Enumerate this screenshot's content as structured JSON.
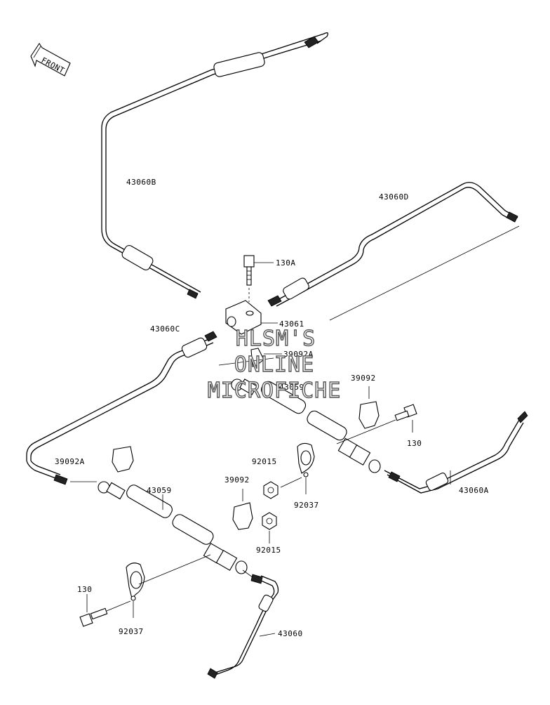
{
  "diagram": {
    "front_label": "FRONT",
    "watermark": [
      "HLSM'S",
      "ONLINE",
      "MICROFICHE"
    ],
    "labels": {
      "p43060B": "43060B",
      "p43060D": "43060D",
      "p130A": "130A",
      "p43061": "43061",
      "p43060C": "43060C",
      "p39092A_top": "39092A",
      "p43059_top": "43059",
      "p39092_right": "39092",
      "p130_right": "130",
      "p39092A_left": "39092A",
      "p92015_top": "92015",
      "p39092_mid": "39092",
      "p92037_mid": "92037",
      "p43060A": "43060A",
      "p43059_bottom": "43059",
      "p92015_bottom": "92015",
      "p130_left": "130",
      "p92037_bottom": "92037",
      "p43060": "43060"
    }
  }
}
